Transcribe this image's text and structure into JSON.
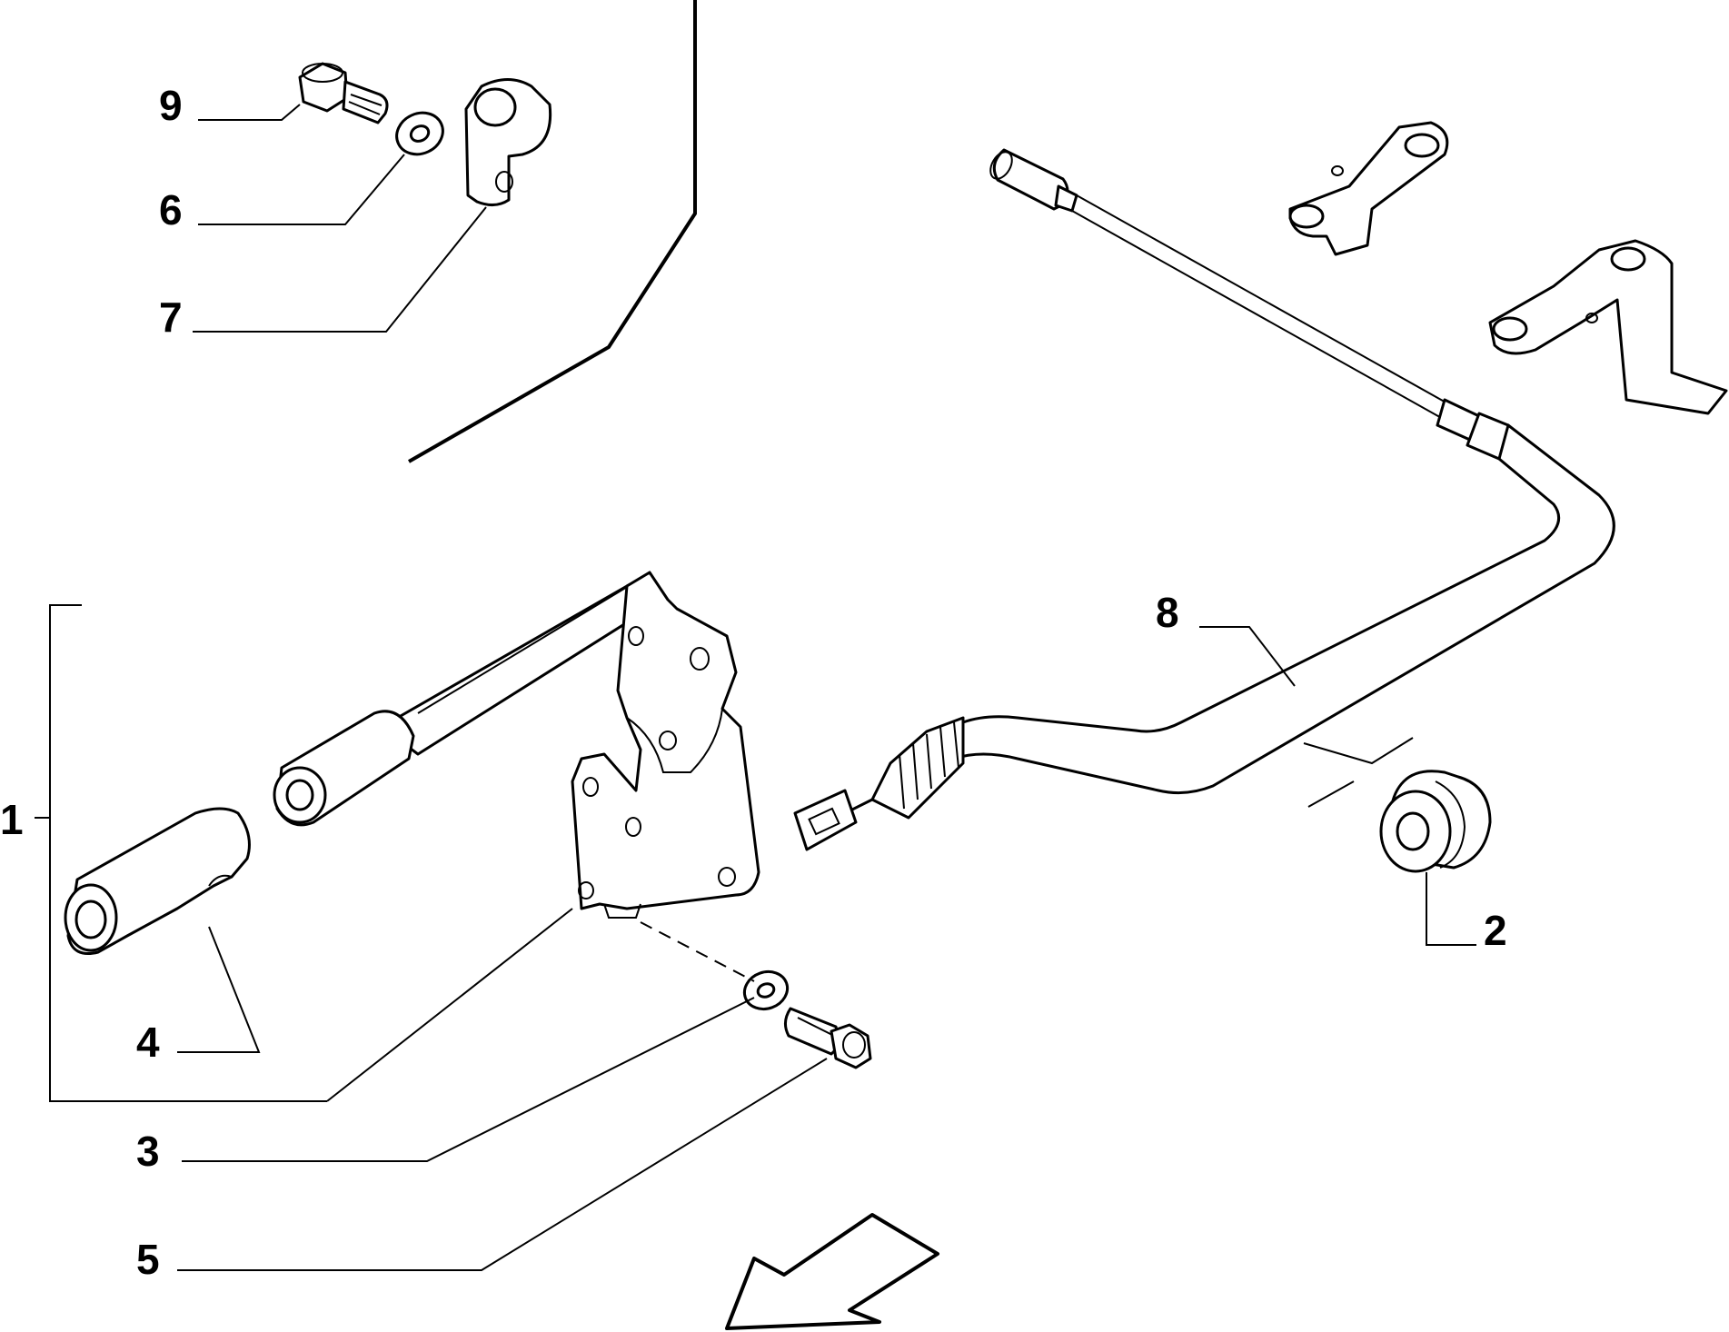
{
  "diagram": {
    "callouts": [
      {
        "id": "9",
        "label": "9"
      },
      {
        "id": "6",
        "label": "6"
      },
      {
        "id": "7",
        "label": "7"
      },
      {
        "id": "8",
        "label": "8"
      },
      {
        "id": "1",
        "label": "1"
      },
      {
        "id": "2",
        "label": "2"
      },
      {
        "id": "4",
        "label": "4"
      },
      {
        "id": "3",
        "label": "3"
      },
      {
        "id": "5",
        "label": "5"
      }
    ],
    "colors": {
      "line": "#000000",
      "background": "#ffffff"
    },
    "icons": [
      "direction-arrow-icon"
    ]
  }
}
